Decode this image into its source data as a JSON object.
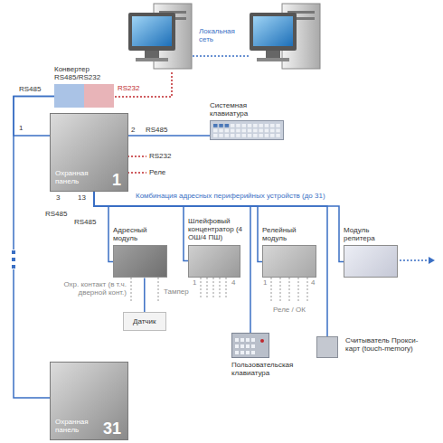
{
  "diagram": {
    "nodes": [
      {
        "text": [
          "Конвертер RS485/RS232"
        ]
      },
      {
        "text": [
          "Охранная панель",
          "1"
        ]
      },
      {
        "text": [
          "Системная клавиатура"
        ]
      },
      {
        "text": [
          "Адресный модуль"
        ]
      },
      {
        "text": [
          "Шлейфовый концентратор (4 ОШ/4 ПШ)"
        ]
      },
      {
        "text": [
          "Релейный модуль"
        ]
      },
      {
        "text": [
          "Модуль репитера"
        ]
      },
      {
        "text": [
          "Датчик"
        ]
      },
      {
        "text": [
          "Пользовательская клавиатура"
        ]
      },
      {
        "text": [
          "Считыватель Прокси-карт (touch-memory)"
        ]
      },
      {
        "text": [
          "Охранная панель",
          "31"
        ]
      }
    ],
    "edges": [
      {
        "from": 0,
        "to": 1,
        "label": "RS485",
        "arrow": "none"
      },
      {
        "from": 0,
        "to": 10,
        "arrow": "none"
      },
      {
        "from": 1,
        "to": 2,
        "label": "RS485",
        "arrow": "none"
      },
      {
        "from": 1,
        "to": 3,
        "arrow": "none"
      },
      {
        "from": 1,
        "to": 4,
        "arrow": "none"
      },
      {
        "from": 1,
        "to": 5,
        "arrow": "none"
      },
      {
        "from": 1,
        "to": 6,
        "arrow": "none"
      },
      {
        "from": 3,
        "to": 7,
        "arrow": "none"
      },
      {
        "from": 1,
        "to": 8,
        "arrow": "none"
      },
      {
        "from": 1,
        "to": 9,
        "arrow": "none"
      }
    ],
    "labels": [
      "Локальная сеть",
      "RS232",
      "1",
      "2",
      "RS232",
      "Реле",
      "3",
      "13",
      "RS485",
      "RS485",
      "Комбинация адресных периферийных устройств (до 31)",
      "Охр. контакт (в т.ч. дверной конт.)",
      "Тампер",
      "1",
      "4",
      "1",
      "4",
      "Реле / ОК"
    ]
  }
}
